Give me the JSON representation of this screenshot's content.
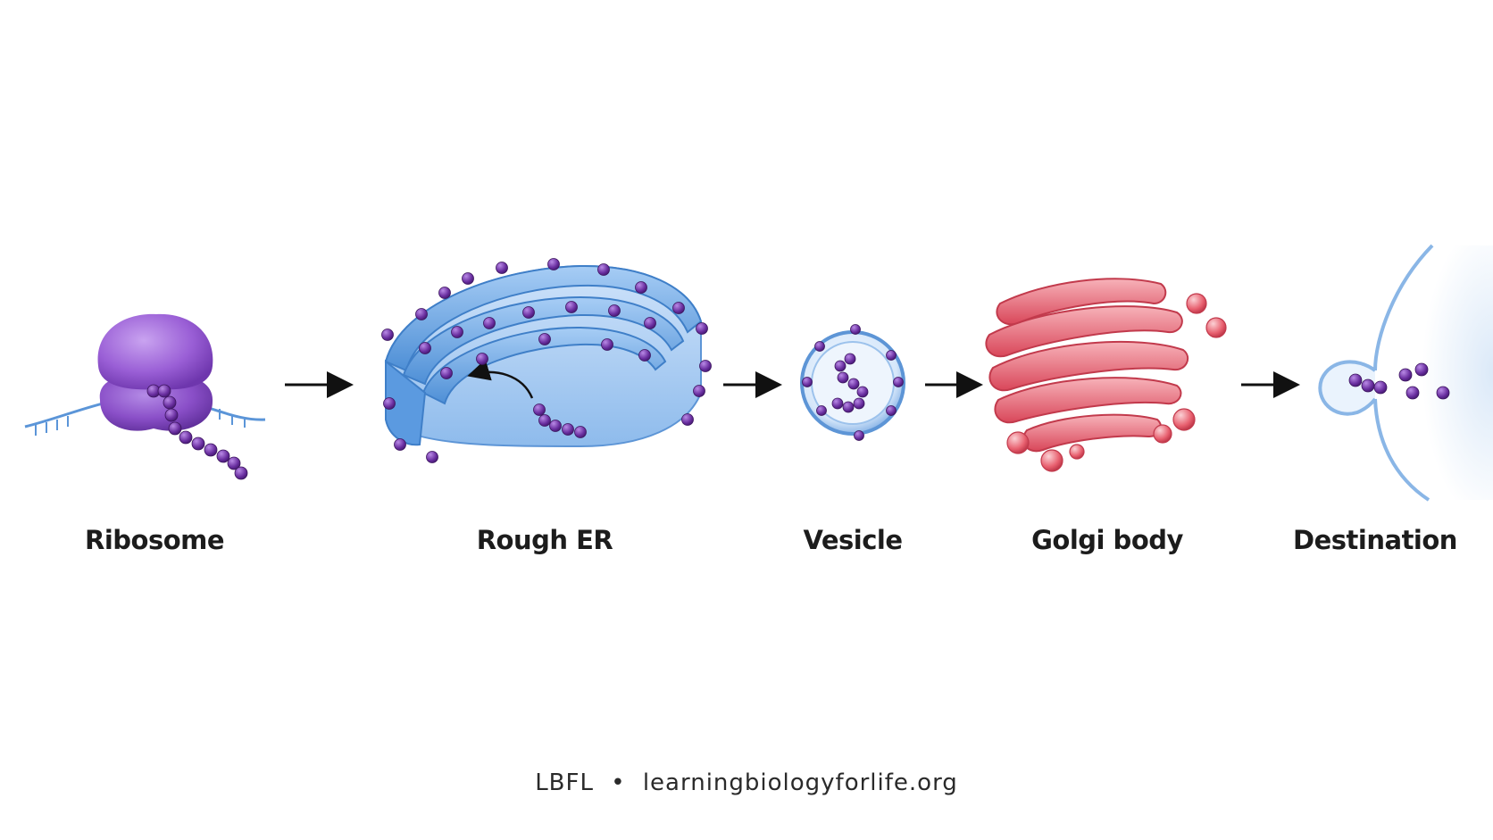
{
  "stages": [
    {
      "id": "ribosome",
      "label": "Ribosome"
    },
    {
      "id": "rough-er",
      "label": "Rough ER"
    },
    {
      "id": "vesicle",
      "label": "Vesicle"
    },
    {
      "id": "golgi",
      "label": "Golgi body"
    },
    {
      "id": "destination",
      "label": "Destination"
    }
  ],
  "footer": {
    "brand": "LBFL",
    "separator": "•",
    "site": "learningbiologyforlife.org"
  },
  "colors": {
    "protein": "#6a2fa0",
    "ribosome": "#9a5fd6",
    "er": "#6aa8e8",
    "er_dark": "#3f7fc8",
    "golgi": "#e8606f",
    "golgi_light": "#f5a3ab",
    "membrane": "#a9c9ee",
    "arrow": "#111111"
  }
}
